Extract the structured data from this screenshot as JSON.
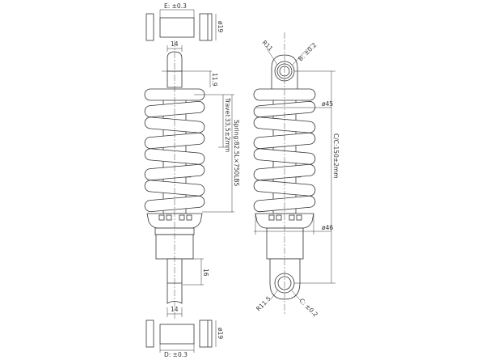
{
  "drawing": {
    "top_bushing_width": "E:  ±0.3",
    "top_bushing_diameter": "ø19",
    "top_stem_width": "14",
    "top_stem_height": "11.9",
    "travel": "Travel:33.5±2mm",
    "spring": "Spring:82.5L×750LBS",
    "spring_diameter": "ø45",
    "collar_diameter": "ø46",
    "center_to_center": "C/C:150±2mm",
    "top_eye_radius": "R11",
    "top_eye_bore": "B: ±0.2",
    "bottom_eye_radius": "R11.5",
    "bottom_eye_bore": "C: ±0.2",
    "bottom_stem_height": "16",
    "bottom_stem_width": "14",
    "bottom_bushing_diameter": "ø19",
    "bottom_bushing_width": "D:  ±0.3"
  }
}
